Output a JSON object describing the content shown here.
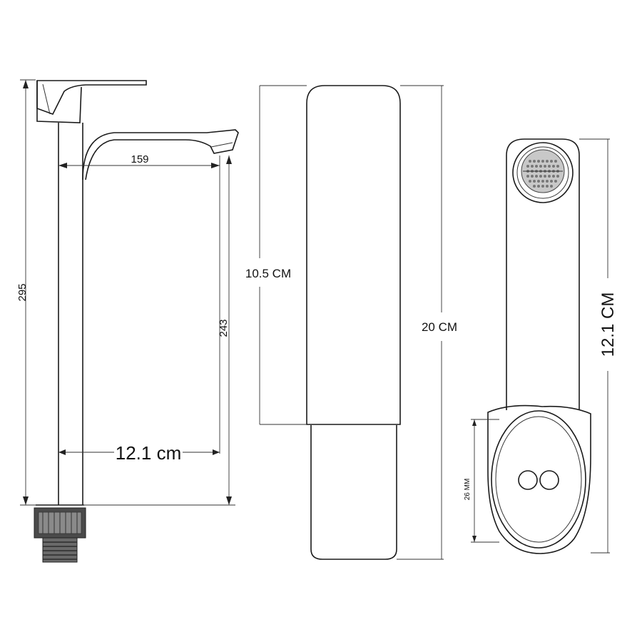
{
  "side_view": {
    "total_height": "295",
    "spout_reach": "159",
    "spout_height": "243",
    "body_width": "12.1 cm"
  },
  "front_view": {
    "upper_height": "10.5 CM",
    "total_height": "20 CM"
  },
  "top_view": {
    "length": "12.1 CM",
    "hole_spacing": "26 MM"
  }
}
